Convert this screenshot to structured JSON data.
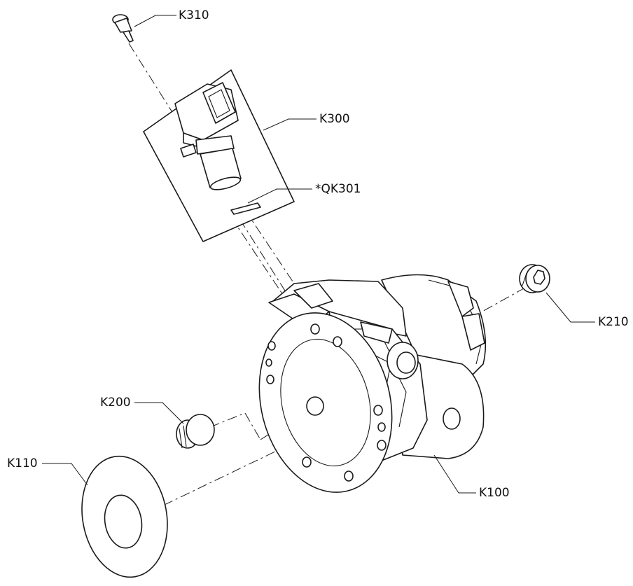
{
  "labels": {
    "k310": "K310",
    "k300": "K300",
    "qk301": "*QK301",
    "k210": "K210",
    "k200": "K200",
    "k110": "K110",
    "k100": "K100"
  },
  "colors": {
    "line": "#1a1a1a",
    "background": "#ffffff"
  }
}
